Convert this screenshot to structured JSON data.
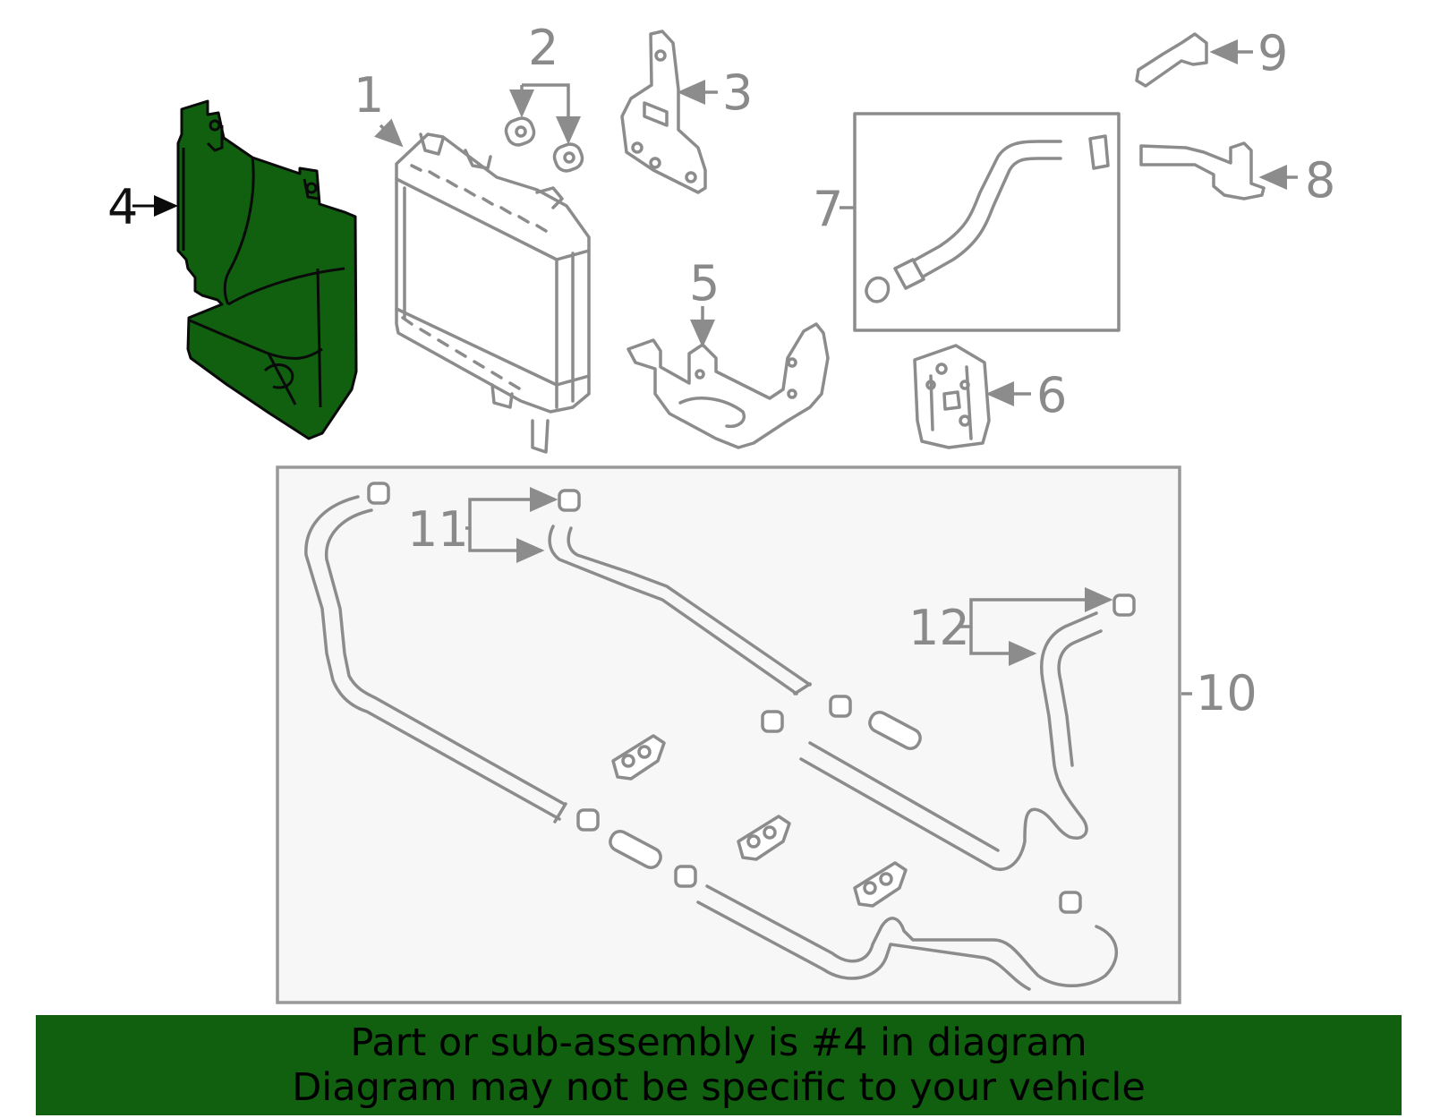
{
  "diagram": {
    "highlighted_part": "4",
    "highlight_color": "#106010",
    "callouts": {
      "c1": "1",
      "c2": "2",
      "c3": "3",
      "c4": "4",
      "c5": "5",
      "c6": "6",
      "c7": "7",
      "c8": "8",
      "c9": "9",
      "c10": "10",
      "c11": "11",
      "c12": "12"
    }
  },
  "banner": {
    "line1": "Part or sub-assembly is #4 in diagram",
    "line2": "Diagram may not be specific to your vehicle",
    "background": "#106010"
  }
}
